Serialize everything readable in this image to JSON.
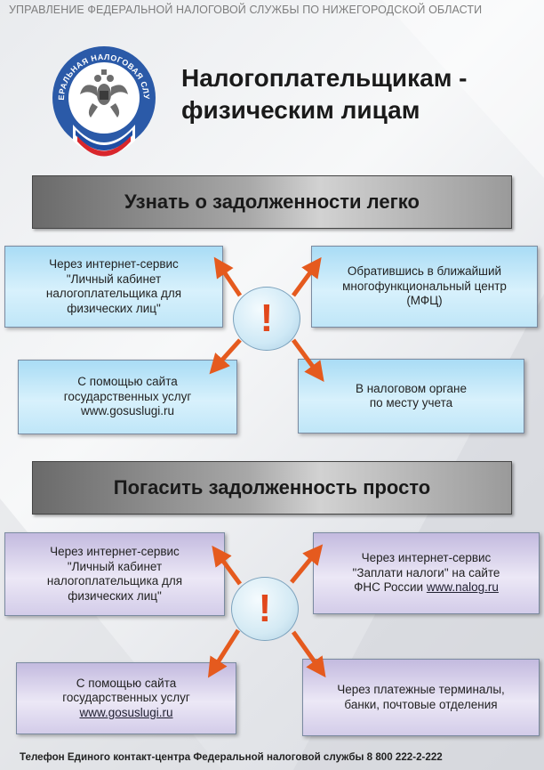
{
  "header": {
    "organization": "УПРАВЛЕНИЕ ФЕДЕРАЛЬНОЙ НАЛОГОВОЙ СЛУЖБЫ ПО НИЖЕГОРОДСКОЙ ОБЛАСТИ",
    "title_line1": "Налогоплательщикам -",
    "title_line2": "физическим лицам",
    "logo_text": "ФЕДЕРАЛЬНАЯ НАЛОГОВАЯ СЛУЖБА",
    "logo_icon": "double-headed-eagle-emblem"
  },
  "section1": {
    "heading": "Узнать о задолженности легко",
    "center_symbol": "!",
    "items": [
      {
        "line1": "Через интернет-сервис",
        "line2": "\"Личный кабинет",
        "line3": "налогоплательщика для",
        "line4": "физических лиц\""
      },
      {
        "line1": "Обратившись в ближайший",
        "line2": "многофункциональный центр",
        "line3": "(МФЦ)"
      },
      {
        "line1": "С помощью сайта",
        "line2": "государственных услуг",
        "link": "www.gosuslugi.ru"
      },
      {
        "line1": "В налоговом органе",
        "line2": "по месту учета"
      }
    ]
  },
  "section2": {
    "heading": "Погасить задолженность просто",
    "center_symbol": "!",
    "items": [
      {
        "line1": "Через интернет-сервис",
        "line2": "\"Личный кабинет",
        "line3": "налогоплательщика для",
        "line4": "физических лиц\""
      },
      {
        "line1": "Через интернет-сервис",
        "line2": "\"Заплати налоги\" на сайте",
        "line3": "ФНС России",
        "link": "www.nalog.ru"
      },
      {
        "line1": "С помощью сайта",
        "line2": "государственных услуг",
        "link": "www.gosuslugi.ru"
      },
      {
        "line1": "Через платежные терминалы,",
        "line2": "банки, почтовые отделения"
      }
    ]
  },
  "footer": {
    "text": "Телефон Единого контакт-центра Федеральной налоговой службы 8 800 222-2-222"
  },
  "colors": {
    "accent_arrow": "#e55a1e",
    "blue_box": "#bfe6f8",
    "purple_box": "#d3cce9",
    "banner_gray": "#a8a8a8"
  }
}
